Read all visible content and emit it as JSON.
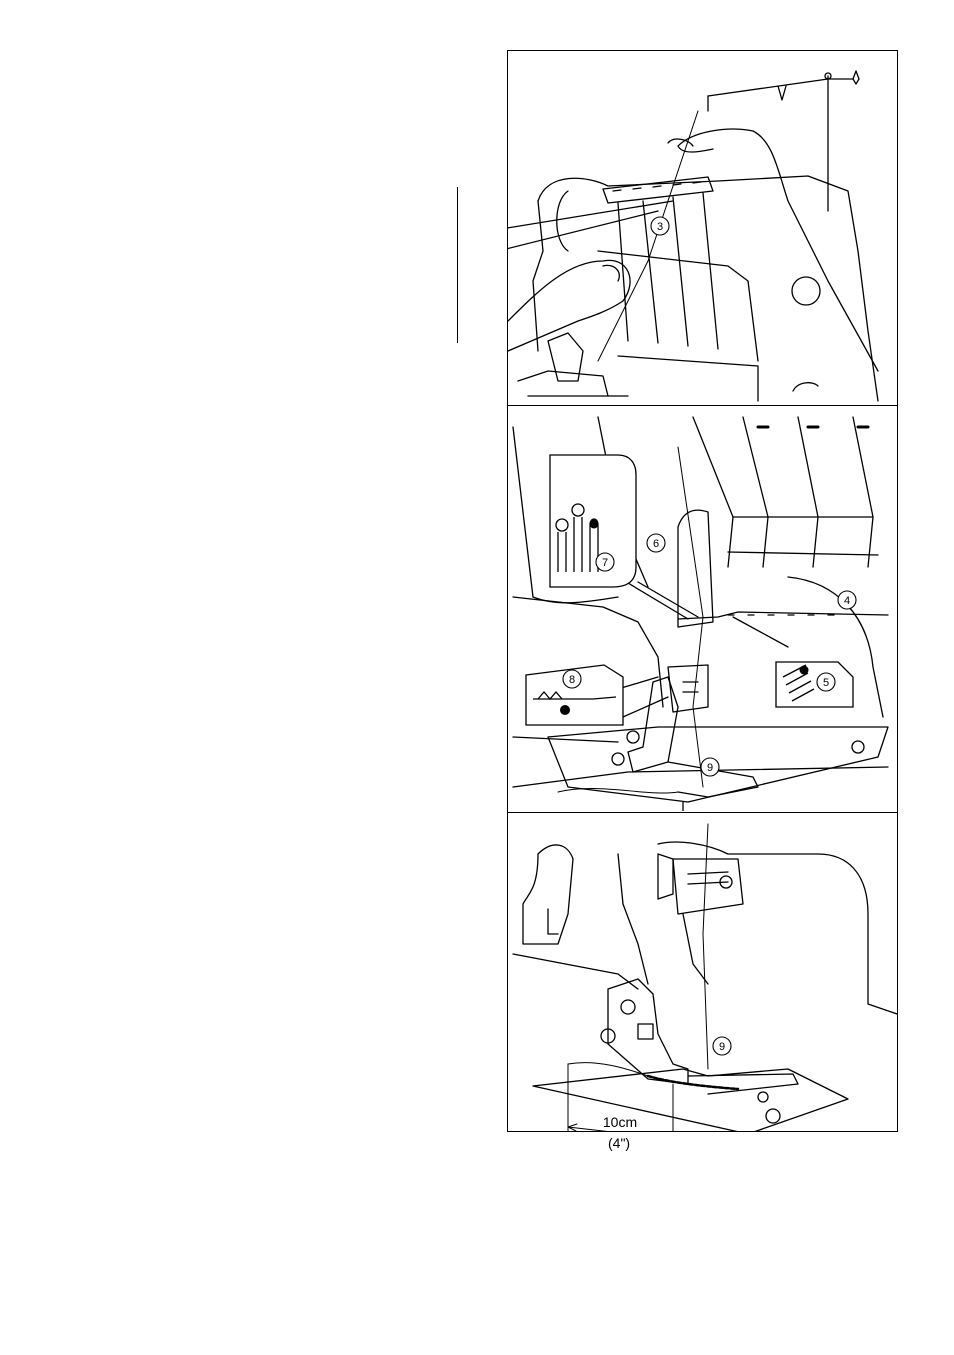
{
  "panels": [
    {
      "callouts": [
        "3"
      ]
    },
    {
      "callouts": [
        "6",
        "7",
        "4",
        "8",
        "5",
        "9"
      ]
    },
    {
      "callouts": [
        "9"
      ],
      "dimension": {
        "metric": "10cm",
        "imperial": "(4\")"
      }
    }
  ]
}
